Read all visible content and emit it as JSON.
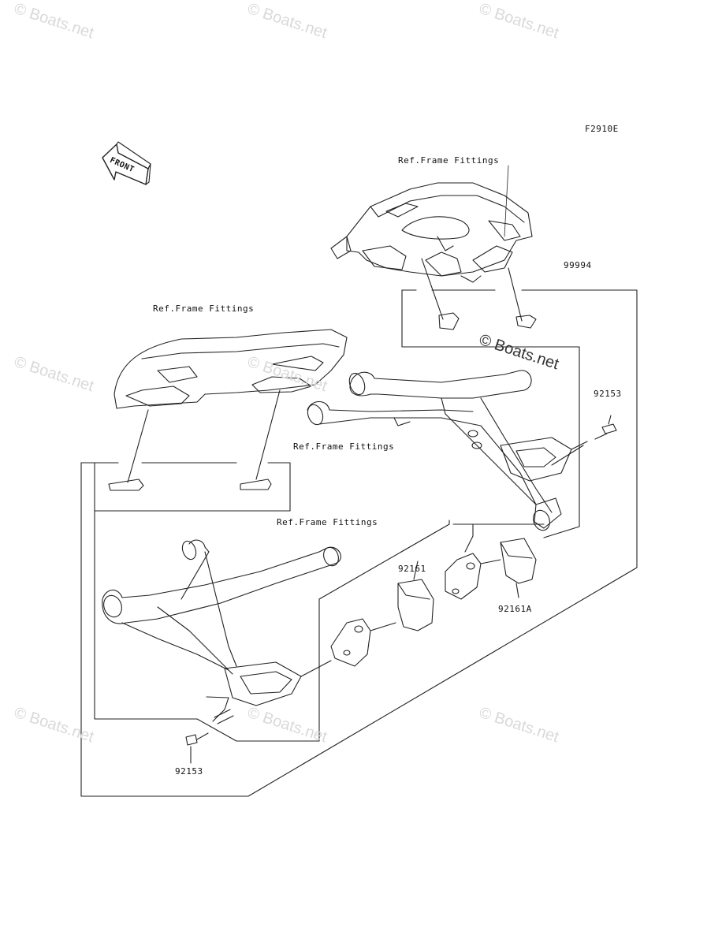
{
  "diagram": {
    "figure_code": "F2910E",
    "front_label": "FRONT",
    "labels": {
      "ref_top": "Ref.Frame Fittings",
      "ref_left": "Ref.Frame Fittings",
      "ref_mid": "Ref.Frame Fittings",
      "ref_bottom": "Ref.Frame Fittings",
      "part_99994": "99994",
      "part_92153_right": "92153",
      "part_92153_left": "92153",
      "part_92161": "92161",
      "part_92161A": "92161A"
    }
  },
  "watermark": {
    "text": "© Boats.net"
  },
  "colors": {
    "line": "#222222",
    "watermark": "#d9d9d9"
  }
}
